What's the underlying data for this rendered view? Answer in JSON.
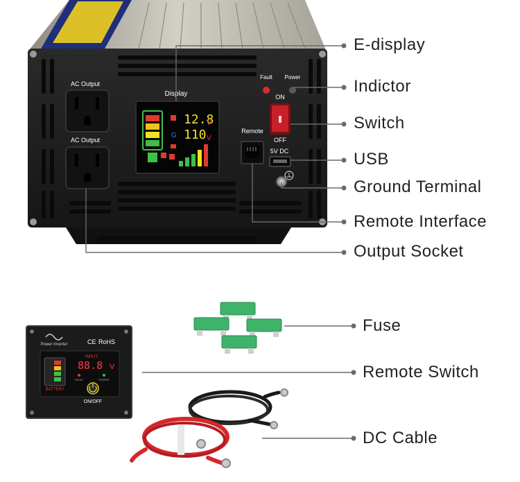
{
  "callouts": {
    "e_display": "E-display",
    "indicator": "Indictor",
    "switch": "Switch",
    "usb": "USB",
    "ground_terminal": "Ground Terminal",
    "remote_interface": "Remote Interface",
    "output_socket": "Output Socket",
    "fuse": "Fuse",
    "remote_switch": "Remote Switch",
    "dc_cable": "DC Cable"
  },
  "panel": {
    "ac_output_1": "AC Output",
    "ac_output_2": "AC Output",
    "display": "Display",
    "fault": "Fault",
    "power": "Power",
    "on": "ON",
    "off": "OFF",
    "remote": "Remote",
    "usb_rating": "5V DC",
    "display_voltage_1": "12.8",
    "display_voltage_2": "110",
    "unit_v": "V"
  },
  "remote_unit": {
    "brand": "Power Inverter",
    "ce": "CE",
    "rohs": "RoHS",
    "input": "INPUT",
    "reading": "88.8",
    "unit_v": "V",
    "fault": "FAULT",
    "power": "POWER",
    "battery": "BATTERY",
    "on_off": "ON/OFF"
  },
  "colors": {
    "case_black": "#1c1c1c",
    "aluminum": "#b9b6ad",
    "switch_red": "#c8202a",
    "display_yellow": "#f5e02a",
    "fuse_green": "#3fb36a",
    "cable_red": "#d4282c",
    "leader_line": "#6a6a6a"
  }
}
